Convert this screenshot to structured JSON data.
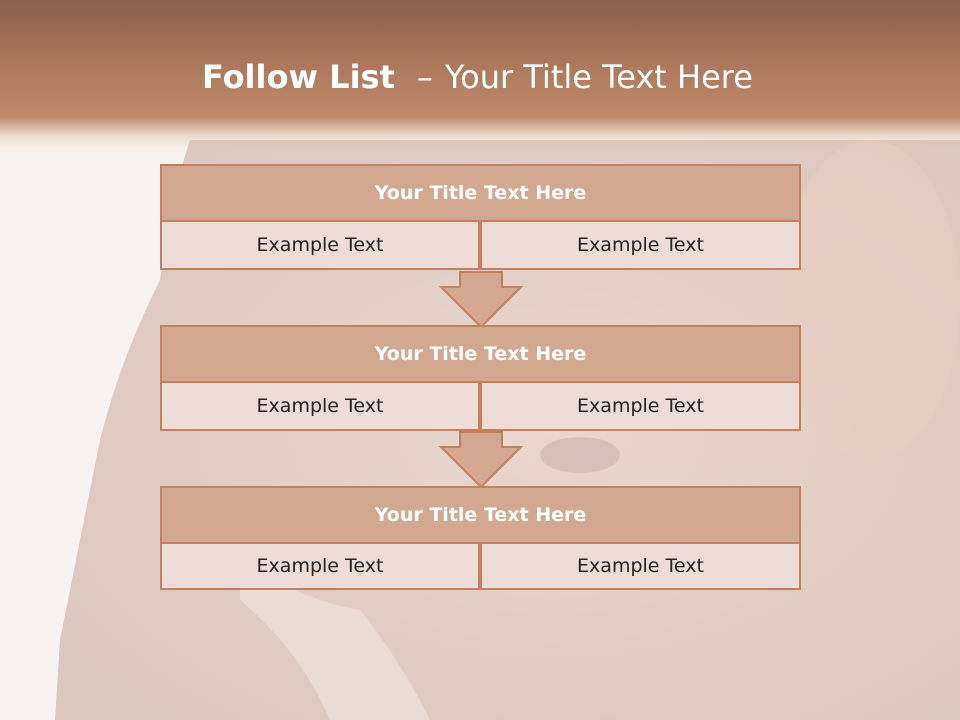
{
  "slide": {
    "title_bold": "Follow List",
    "title_dash": "–",
    "title_rest": "Your Title Text Here"
  },
  "blocks": [
    {
      "title": "Your Title Text Here",
      "left": "Example Text",
      "right": "Example Text"
    },
    {
      "title": "Your Title Text Here",
      "left": "Example Text",
      "right": "Example Text"
    },
    {
      "title": "Your Title Text Here",
      "left": "Example Text",
      "right": "Example Text"
    }
  ],
  "colors": {
    "header_dark": "#8a604a",
    "header_light": "#bf8a6c",
    "box_fill": "#d3a891",
    "box_border": "#c57f5c",
    "cell_fill": "#eedcd6",
    "arrow_fill": "#d5a791"
  }
}
